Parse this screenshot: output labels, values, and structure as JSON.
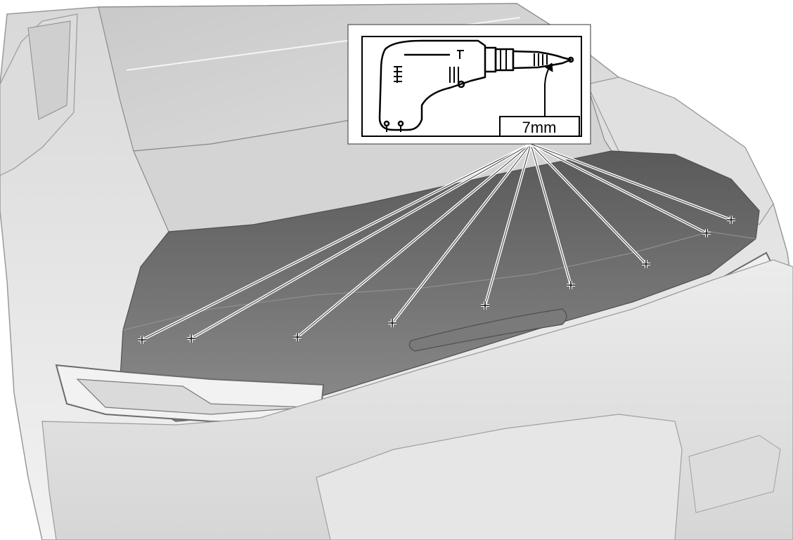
{
  "callout": {
    "tool_icon": "drill-icon",
    "bit_size": "7mm"
  },
  "drill_points": [
    {
      "id": "point-1"
    },
    {
      "id": "point-2"
    },
    {
      "id": "point-3"
    },
    {
      "id": "point-4"
    },
    {
      "id": "point-5"
    },
    {
      "id": "point-6"
    },
    {
      "id": "point-7"
    },
    {
      "id": "point-8"
    },
    {
      "id": "point-9"
    }
  ],
  "colors": {
    "background": "#ffffff",
    "body_light": "#e4e4e4",
    "body_mid": "#cfcfcf",
    "spoiler_dark": "#6b6b6b",
    "outline": "#8a8a8a"
  }
}
